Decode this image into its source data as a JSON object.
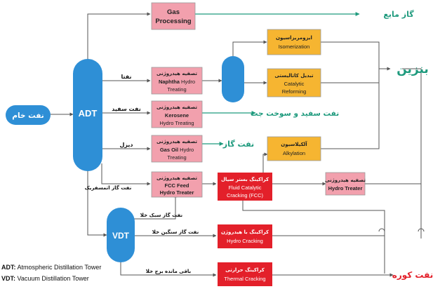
{
  "crude": "نفت خام",
  "adt": "ADT",
  "vdt": "VDT",
  "gas_processing": {
    "l1": "Gas",
    "l2": "Processing"
  },
  "naphtha_ht": {
    "fa": "تصفیه هیدروژنی",
    "en_b": "Naphtha",
    "en_r": " Hydro",
    "en2": "Treating"
  },
  "kerosene_ht": {
    "fa": "تصفیه هیدروژنی",
    "en1": "Kerosene",
    "en2": "Hydro Treating"
  },
  "gasoil_ht": {
    "fa": "تصفیه هیدروژنی",
    "en_b": "Gas Oil",
    "en_r": " Hydro",
    "en2": "Treating"
  },
  "fcc_feed_ht": {
    "fa": "تصفیه هیدروژنی",
    "en1": "FCC Feed",
    "en2": "Hydro Treater"
  },
  "isomerization": {
    "fa": "ایزومریزاسیون",
    "en": "Isomerization"
  },
  "reforming": {
    "fa": "تبدیل کاتالیستی",
    "en1": "Catalytic",
    "en2": "Reforming"
  },
  "alkylation": {
    "fa": "آلکیلاسیون",
    "en": "Alkylation"
  },
  "fcc": {
    "fa": "کراکینگ بستر سیال",
    "en1": "Fluid Catalytic",
    "en2": "Cracking (FCC)"
  },
  "hydro_treater": {
    "fa": "تصفیه هیدروژنی",
    "en": "Hydro Treater"
  },
  "hydrocracking": {
    "fa": "کراکینگ با هیدروژن",
    "en": "Hydro Cracking"
  },
  "thermal": {
    "fa": "کراکینگ حرارتی",
    "en": "Thermal Cracking"
  },
  "stream_labels": {
    "naphtha": "نفتا",
    "kerosene": "نفت سفید",
    "diesel": "دیزل",
    "atm_gasoil": "نفت گاز اتمسفریک",
    "light_gasoil": "نفت گاز سبک خلا",
    "heavy_gasoil": "نفت گاز سنگین خلا",
    "residue": "باقی مانده برج خلا"
  },
  "products": {
    "lpg": "گاز مایع",
    "gasoline": "بنزین",
    "kerosene_jet": "نفت سفید و سوخت جت",
    "gas_oil": "نفت گاز",
    "fuel_oil": "نفت کوره"
  },
  "legend": {
    "adt_abbr": "ADT:",
    "adt_text": " Atmospheric Distillation Tower",
    "vdt_abbr": "VDT:",
    "vdt_text": " Vacuum Distillation Tower"
  },
  "colors": {
    "tower": "#2e8fd6",
    "pink_box": "#f2a0ad",
    "yellow_box": "#f6b531",
    "red_box": "#e3202a",
    "green_text": "#1e9a7d",
    "red_text": "#e3202a",
    "line": "#555555"
  }
}
